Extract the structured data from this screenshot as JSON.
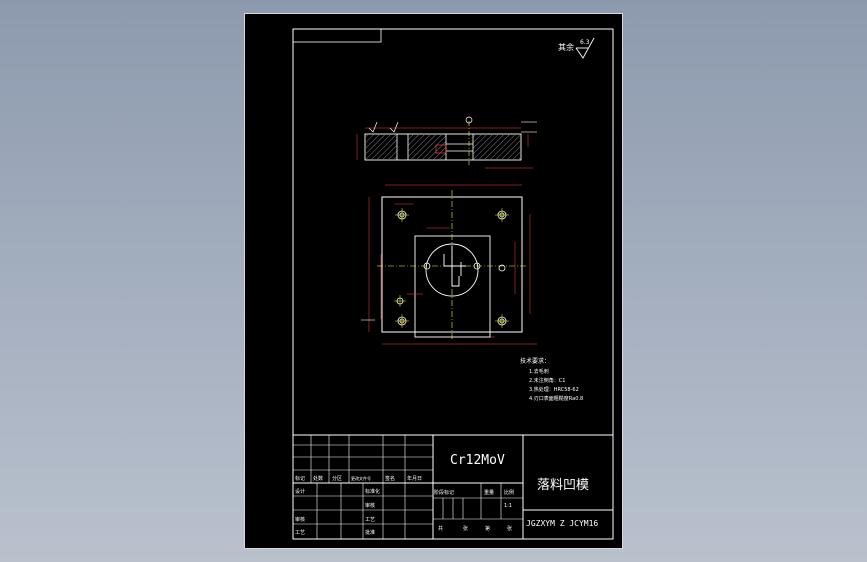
{
  "drawing": {
    "surface_note": "其余",
    "surface_value": "6.3",
    "material": "Cr12MoV",
    "part_name": "落料凹模",
    "drawing_number": "JGZXYM Z JCYM16",
    "scale": "1:1",
    "tech_req_title": "技术要求：",
    "tech_req": [
      "1.去毛刺",
      "2.未注倒角：C1",
      "3.热处理：HRC58-62",
      "4.刃口表面粗糙度Ra0.8"
    ],
    "title_block": {
      "marker": "标记",
      "count": "处数",
      "zone": "分区",
      "change_doc": "更改文件号",
      "signature": "签名",
      "date": "年月日",
      "design": "设计",
      "standardize": "标准化",
      "review": "审核",
      "craft": "工艺",
      "approve": "批准",
      "stage_mark": "阶段标记",
      "weight": "重量",
      "ratio": "比例",
      "sheets_total": "共",
      "sheet": "张",
      "sheet_no": "第",
      "sheet_unit": "张"
    }
  },
  "colors": {
    "background": "#000000",
    "line": "#ffffff",
    "accent": "#ffff00",
    "dimension": "#ff4040",
    "hatch": "#9a9a9a"
  }
}
